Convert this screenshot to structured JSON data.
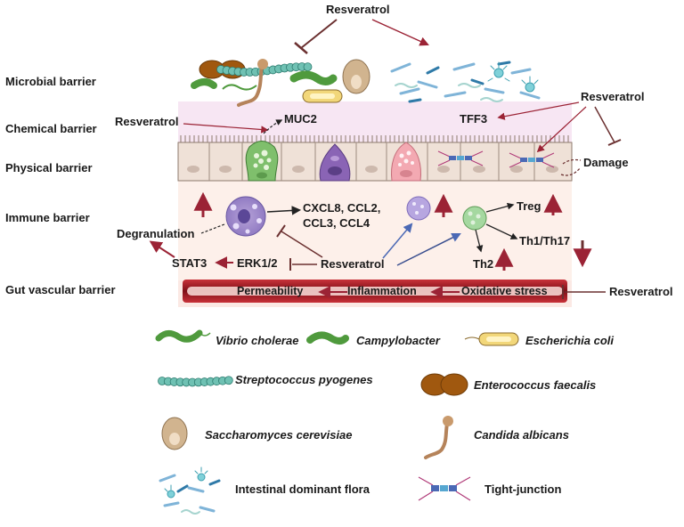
{
  "barriers": {
    "microbial": "Microbial barrier",
    "chemical": "Chemical barrier",
    "physical": "Physical barrier",
    "immune": "Immune barrier",
    "vascular": "Gut vascular barrier"
  },
  "agents": {
    "resveratrol_top": "Resveratrol",
    "resveratrol_chemical": "Resveratrol",
    "resveratrol_right": "Resveratrol",
    "resveratrol_center": "Resveratrol",
    "resveratrol_vascular": "Resveratrol"
  },
  "labels": {
    "muc2": "MUC2",
    "tff3": "TFF3",
    "damage": "Damage",
    "cytokines_line1": "CXCL8, CCL2,",
    "cytokines_line2": "CCL3, CCL4",
    "degranulation": "Degranulation",
    "stat3": "STAT3",
    "erk": "ERK1/2",
    "treg": "Treg",
    "th1th17": "Th1/Th17",
    "th2": "Th2",
    "permeability": "Permeability",
    "inflammation": "Inflammation",
    "oxidative": "Oxidative stress"
  },
  "legend": {
    "vibrio": "Vibrio cholerae",
    "campylobacter": "Campylobacter",
    "ecoli": "Escherichia coli",
    "streptococcus": "Streptococcus pyogenes",
    "enterococcus": "Enterococcus faecalis",
    "saccharomyces": "Saccharomyces cerevisiae",
    "candida": "Candida albicans",
    "flora": "Intestinal dominant flora",
    "tight_junction": "Tight-junction"
  },
  "colors": {
    "promote_arrow": "#9b2335",
    "inhibit_bar": "#6b3030",
    "blue_arrow": "#4b69b5",
    "mucus": "#f7e6f3",
    "immune_bg": "#fdf0ea",
    "vessel": "#9e1b24",
    "cell_fill": "#efe1d7",
    "goblet": "#8cc97a",
    "paneth": "#f3a9b2",
    "tuft": "#8a64b5"
  }
}
